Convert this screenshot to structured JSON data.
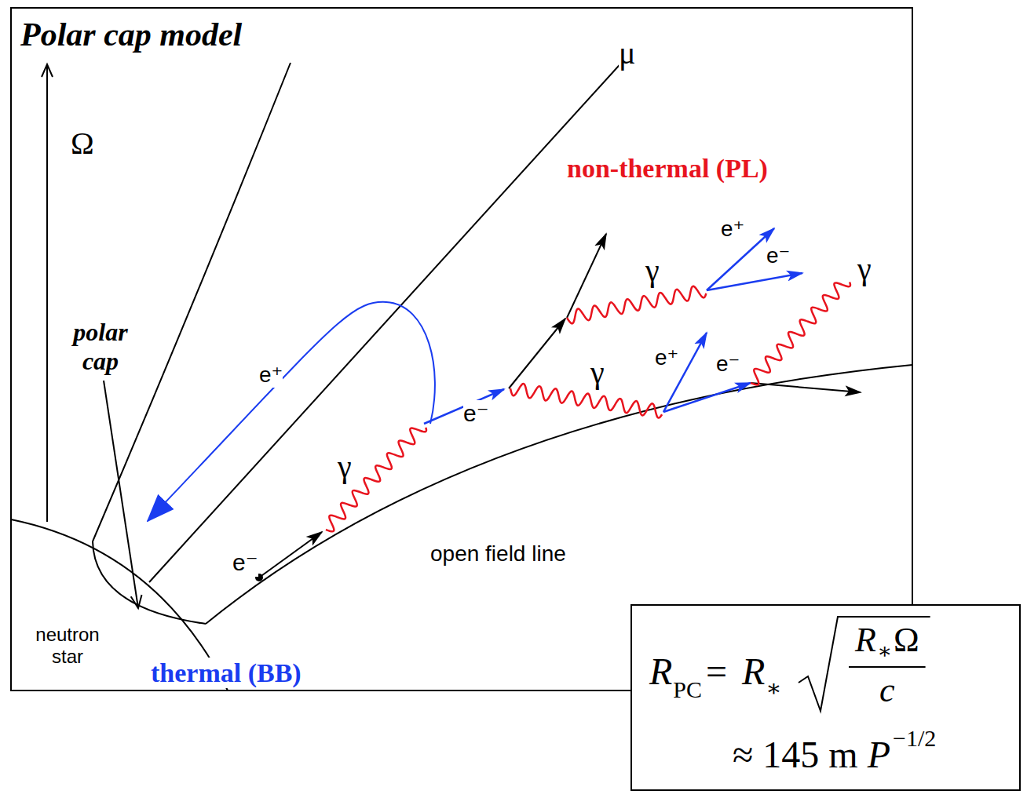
{
  "diagram": {
    "title": "Polar cap model",
    "nodes": [
      {
        "text": [
          "R",
          "PC",
          "=",
          "R",
          "∗",
          "R",
          "∗",
          "Ω",
          "c",
          "≈ 145 m",
          "P",
          "−1/2"
        ]
      }
    ],
    "labels": [
      "Ω",
      "μ",
      "non-thermal (PL)",
      "polar cap",
      "e⁺",
      "e⁻",
      "γ",
      "e⁻",
      "γ",
      "e⁺",
      "e⁻",
      "γ",
      "γ",
      "e⁺",
      "e⁻",
      "open field line",
      "neutron star",
      "thermal (BB)"
    ]
  }
}
